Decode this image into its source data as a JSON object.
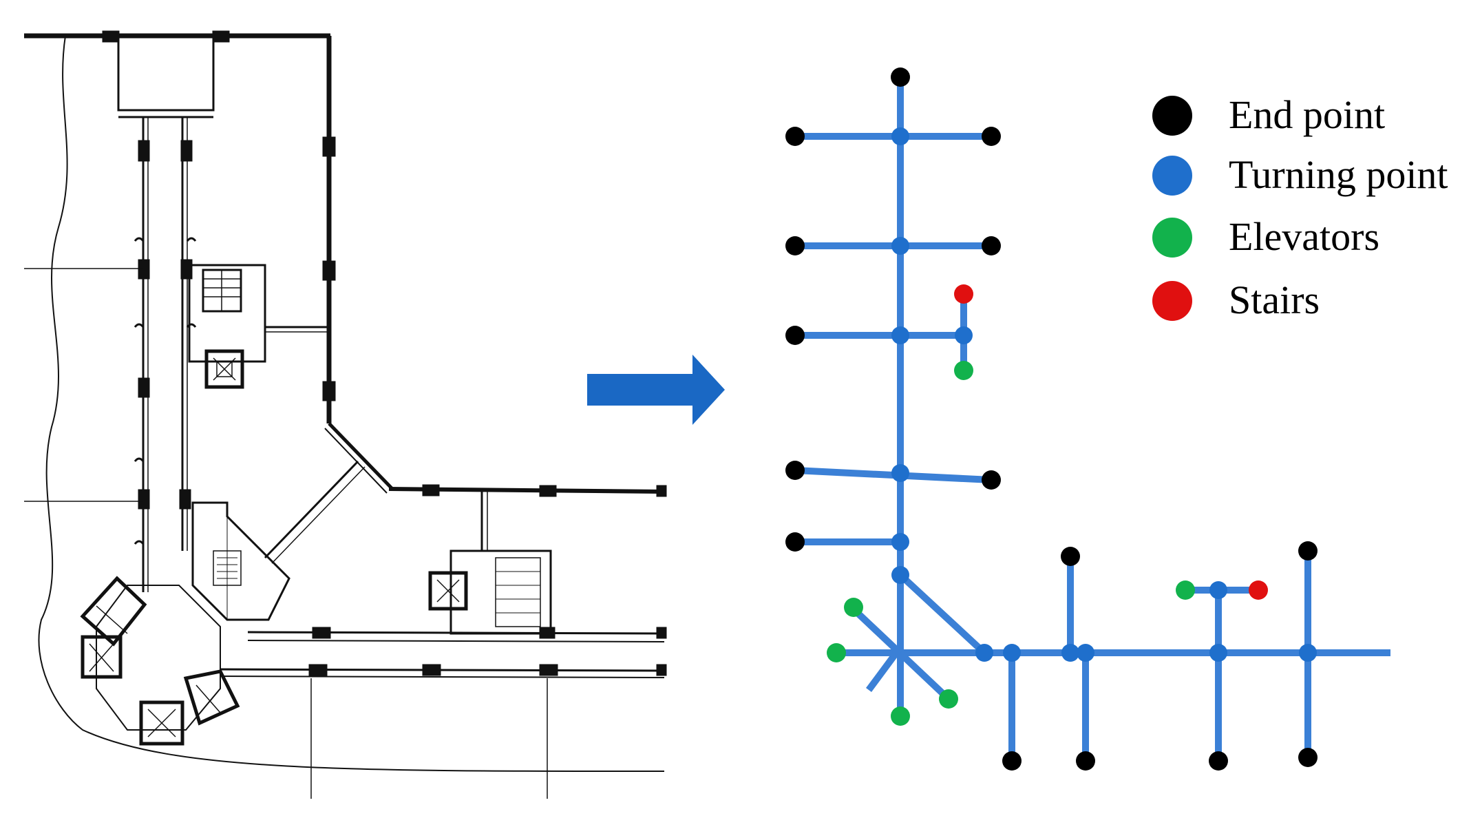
{
  "legend": {
    "items": [
      {
        "key": "end",
        "label": "End point",
        "color": "#000000"
      },
      {
        "key": "turn",
        "label": "Turning point",
        "color": "#1f6fcc"
      },
      {
        "key": "elevator",
        "label": "Elevators",
        "color": "#12b24c"
      },
      {
        "key": "stairs",
        "label": "Stairs",
        "color": "#e01010"
      }
    ]
  },
  "colors": {
    "path": "#3b80d6",
    "arrow": "#1a68c4",
    "plan": "#111111"
  },
  "icons": {
    "transition_arrow": "right-arrow-icon"
  }
}
